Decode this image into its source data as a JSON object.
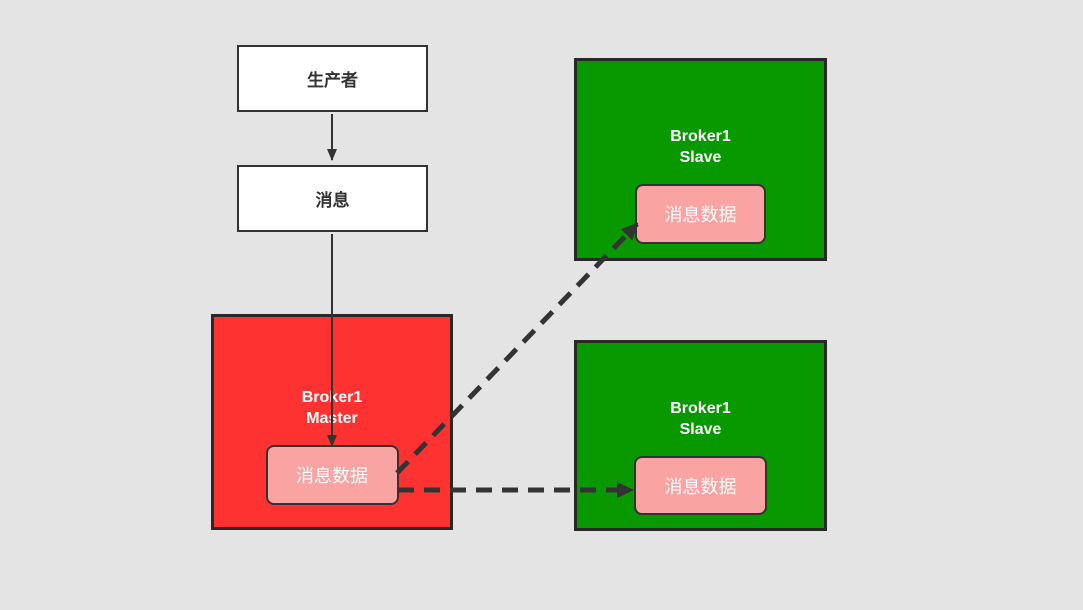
{
  "palette": {
    "background": "#e4e4e4",
    "master_fill": "#ff3232",
    "slave_fill": "#089800",
    "data_box_fill": "#f9a3a3",
    "box_fill": "#ffffff",
    "line_color": "#333333"
  },
  "producer": {
    "label": "生产者"
  },
  "message": {
    "label": "消息"
  },
  "master": {
    "title": "Broker1",
    "subtitle": "Master",
    "data_label": "消息数据"
  },
  "slave_top": {
    "title": "Broker1",
    "subtitle": "Slave",
    "data_label": "消息数据"
  },
  "slave_bottom": {
    "title": "Broker1",
    "subtitle": "Slave",
    "data_label": "消息数据"
  }
}
